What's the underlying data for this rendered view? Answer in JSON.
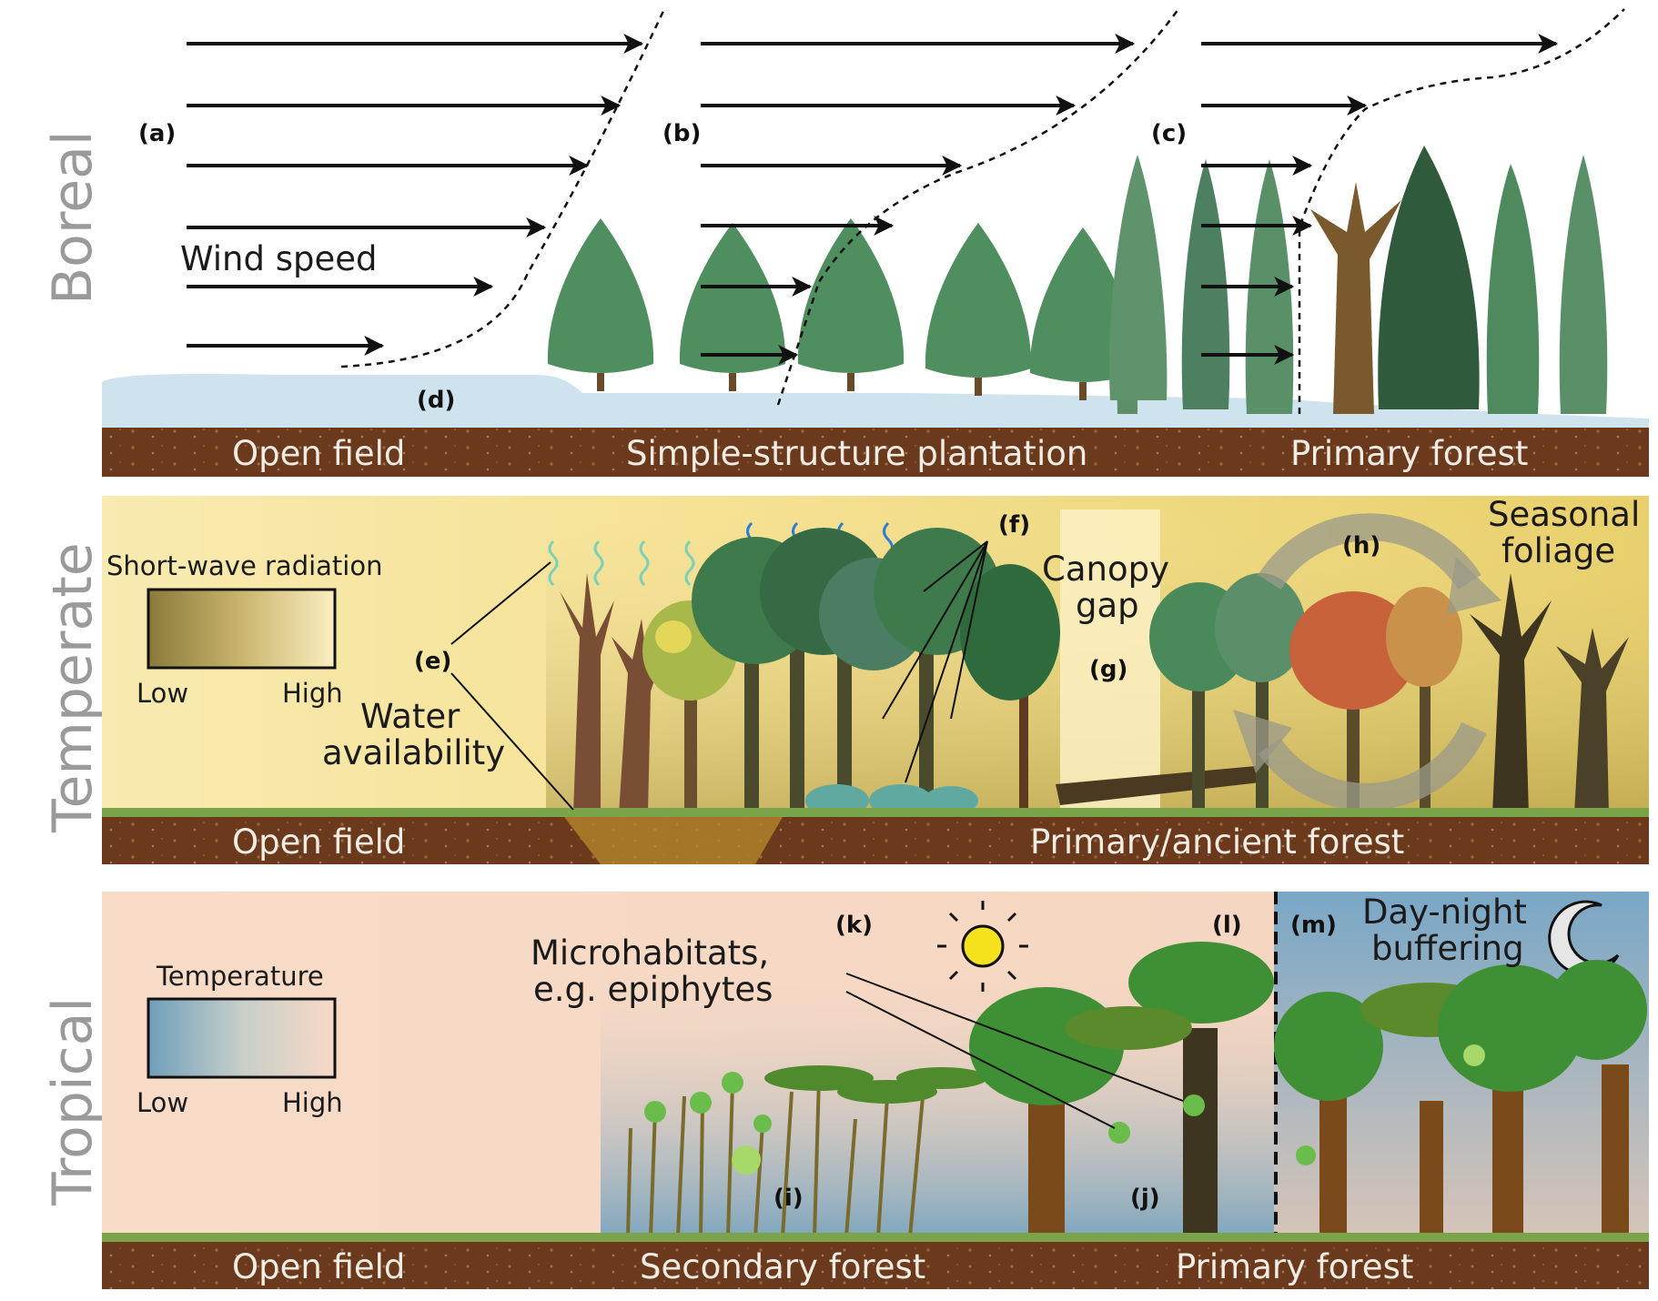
{
  "regions": {
    "boreal": "Boreal",
    "temperate": "Temperate",
    "tropical": "Tropical"
  },
  "boreal": {
    "labels": {
      "a": "(a)",
      "b": "(b)",
      "c": "(c)",
      "d": "(d)"
    },
    "wind_speed": "Wind speed",
    "zones": {
      "open": "Open field",
      "plantation": "Simple-structure plantation",
      "primary": "Primary forest"
    }
  },
  "temperate": {
    "labels": {
      "e": "(e)",
      "f": "(f)",
      "g": "(g)",
      "h": "(h)"
    },
    "legend": {
      "title": "Short-wave radiation",
      "low": "Low",
      "high": "High"
    },
    "water_line1": "Water",
    "water_line2": "availability",
    "canopy_line1": "Canopy",
    "canopy_line2": "gap",
    "seasonal_line1": "Seasonal",
    "seasonal_line2": "foliage",
    "zones": {
      "open": "Open field",
      "primary": "Primary/ancient forest"
    }
  },
  "tropical": {
    "labels": {
      "i": "(i)",
      "j": "(j)",
      "k": "(k)",
      "l": "(l)",
      "m": "(m)"
    },
    "legend": {
      "title": "Temperature",
      "low": "Low",
      "high": "High"
    },
    "micro_line1": "Microhabitats,",
    "micro_line2": "e.g. epiphytes",
    "day_line1": "Day-night",
    "day_line2": "buffering",
    "zones": {
      "open": "Open field",
      "secondary": "Secondary forest",
      "primary": "Primary forest"
    }
  },
  "colors": {
    "soil": "#6b3a1c",
    "snow": "#cfe3ee",
    "boreal_tree": "#4f8f5f",
    "boreal_dark": "#2f5a3c",
    "temperate_bg": "#f7e7a3",
    "tropical_bg": "#f6d9c6",
    "night": "#8ab2cb",
    "tropical_canopy": "#3f8f35"
  }
}
